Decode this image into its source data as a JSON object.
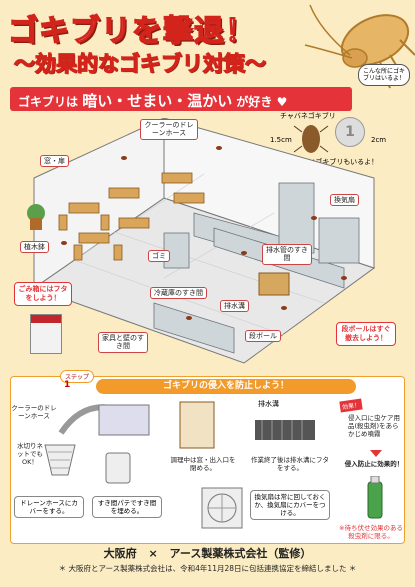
{
  "title": "ゴキブリを撃退！",
  "subtitle": "〜効果的なゴキブリ対策〜",
  "banner": {
    "prefix": "ゴキブリは",
    "emphasis": "暗い・せまい・温かい",
    "suffix": "が好き"
  },
  "size_note": {
    "bubble": "こんな所にゴキブリはいるよ！",
    "name": "チャバネゴキブリ",
    "dim1": "1.5cm",
    "dim2": "2cm",
    "coin_label": "1",
    "caption": "1円玉より小さいゴキブリもいるよ！"
  },
  "kitchen_labels": {
    "window": "窓・扉",
    "cooler_drain": "クーラーのドレーンホース",
    "vent_fan": "換気扇",
    "plant": "植木鉢",
    "garbage": "ゴミ",
    "drain_pipe": "排水管のすき間",
    "fridge_gap": "冷蔵庫のすき間",
    "drain_ditch": "排水溝",
    "furniture_gap": "家具と壁のすき間",
    "cardboard": "段ボール",
    "trash_note": "ごみ箱にはフタをしよう！",
    "cardboard_note": "段ボールはすぐ撤去しよう！"
  },
  "prevention": {
    "step_tag": "ステップ",
    "step_num": "1",
    "heading": "ゴキブリの侵入を防止しよう！",
    "items": {
      "cooler_hose": "クーラーのドレーンホース",
      "mesh_cap": "水切りネットでもOK！",
      "cap_hose": "ドレーンホースにカバーをする。",
      "putty": "すき間パテですき間を埋める。",
      "cook_close": "調理中は窓・出入口を閉める。",
      "drain_cover_label": "排水溝",
      "drain_cover": "作業終了後は排水溝にフタをする。",
      "vent_cover": "換気扇は常に回しておくか、換気扇にカバーをつける。",
      "sign": "効果！",
      "entrance_spray": "侵入口に虫ケア用品(殺虫剤)をあらかじめ噴霧",
      "result": "侵入防止に効果的！",
      "footnote": "※待ち伏せ効果のある殺虫剤に限る。"
    }
  },
  "footer": {
    "org1": "大阪府",
    "cross": "×",
    "org2": "アース製薬株式会社（監修）",
    "note": "＊ 大阪府とアース製薬株式会社は、令和4年11月28日に包括連携協定を締結しました ＊"
  },
  "colors": {
    "accent": "#e4343a",
    "orange": "#f39b2a",
    "background": "#fbecc4"
  }
}
